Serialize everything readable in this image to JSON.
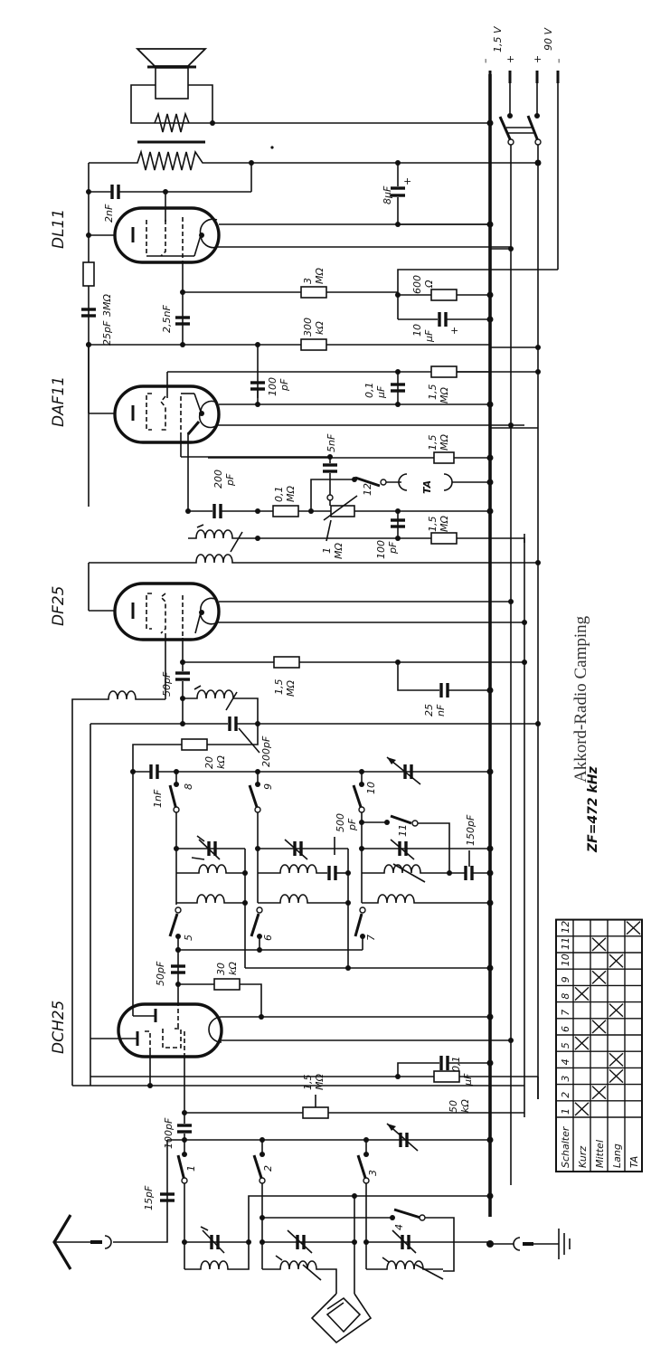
{
  "title": "Akkord-Radio Camping",
  "intermediate_frequency": "ZF=472 kHz",
  "power": {
    "low_voltage": "1,5 V",
    "high_voltage": "90 V",
    "minus": "–",
    "plus": "+"
  },
  "tubes": [
    {
      "id": "DL11",
      "label": "DL11"
    },
    {
      "id": "DAF11",
      "label": "DAF11"
    },
    {
      "id": "DF25",
      "label": "DF25"
    },
    {
      "id": "DCH25",
      "label": "DCH25"
    }
  ],
  "components": {
    "c_2nF": "2nF",
    "r_3MO_grid": "3MΩ",
    "c_25pF": "25pF",
    "c_2_5nF": "2,5nF",
    "r_3MO_a": "3",
    "r_3MO_b": "MΩ",
    "c_8uF": "8µF",
    "r_600_a": "600",
    "r_600_b": "Ω",
    "c_10uF_a": "10",
    "c_10uF_b": "µF",
    "r_300k_a": "300",
    "r_300k_b": "kΩ",
    "c_100pF_a": "100",
    "c_100pF_b": "pF",
    "c_0_1uF_a": "0,1",
    "c_0_1uF_b": "µF",
    "r_1_5M_a": "1,5",
    "r_1_5M_b": "MΩ",
    "c_5nF": "5nF",
    "c_200pF_a": "200",
    "c_200pF_b": "pF",
    "r_0_1M_a": "0,1",
    "r_0_1M_b": "MΩ",
    "pot_1M_a": "1",
    "pot_1M_b": "MΩ",
    "c_100pF2_a": "100",
    "c_100pF2_b": "pF",
    "r_1_5M2_a": "1,5",
    "r_1_5M2_b": "MΩ",
    "r_1_5M3_a": "1,5",
    "r_1_5M3_b": "MΩ",
    "ta": "TA",
    "c_50pF": "50pF",
    "r_1_5M4_a": "1,5",
    "r_1_5M4_b": "MΩ",
    "c_25nF_a": "25",
    "c_25nF_b": "nF",
    "c_200pF2": "200pF",
    "r_20k_a": "20",
    "r_20k_b": "kΩ",
    "c_1nF": "1nF",
    "c_500pF_a": "500",
    "c_500pF_b": "pF",
    "c_150pF": "150pF",
    "c_50pF2": "50pF",
    "r_30k_a": "30",
    "r_30k_b": "kΩ",
    "r_1_5M5_a": "1,5",
    "r_1_5M5_b": "MΩ",
    "r_50k_a": "50",
    "r_50k_b": "kΩ",
    "c_0_1uF2_a": "0,1",
    "c_0_1uF2_b": "µF",
    "c_100pF3": "100pF",
    "c_15pF": "15pF"
  },
  "switch_numbers": [
    "1",
    "2",
    "3",
    "4",
    "5",
    "6",
    "7",
    "8",
    "9",
    "10",
    "11",
    "12"
  ],
  "switch_table": {
    "header": "Schalter",
    "columns": [
      "1",
      "2",
      "3",
      "4",
      "5",
      "6",
      "7",
      "8",
      "9",
      "10",
      "11",
      "12"
    ],
    "rows": [
      {
        "label": "Kurz",
        "marked": [
          "1",
          "5",
          "8"
        ]
      },
      {
        "label": "Mittel",
        "marked": [
          "2",
          "6",
          "9",
          "11"
        ]
      },
      {
        "label": "Lang",
        "marked": [
          "3",
          "4",
          "7",
          "10"
        ]
      },
      {
        "label": "TA",
        "marked": [
          "12"
        ]
      }
    ]
  }
}
